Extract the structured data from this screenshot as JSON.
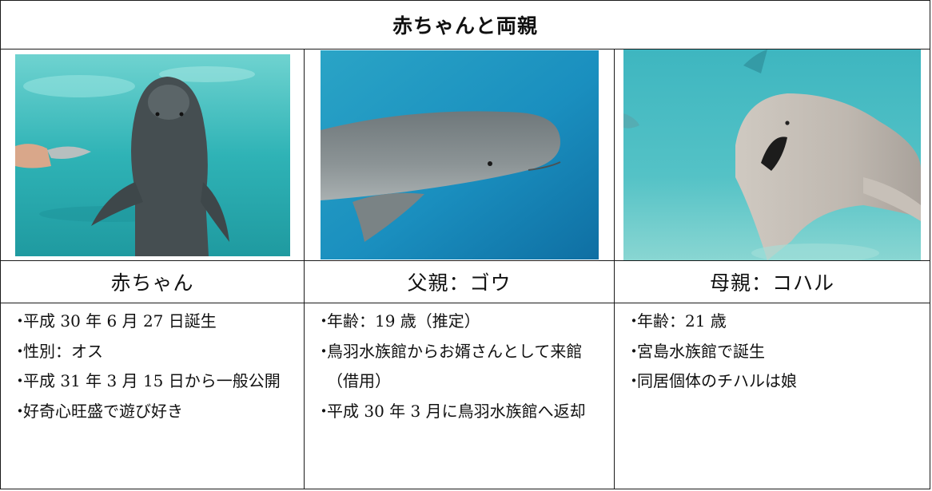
{
  "title": "赤ちゃんと両親",
  "columns": [
    {
      "name": "赤ちゃん",
      "photo_alt": "baby-porpoise-photo",
      "items": [
        "平成 30 年 6 月 27 日誕生",
        "性別：オス",
        "平成 31 年 3 月 15 日から一般公開",
        "好奇心旺盛で遊び好き"
      ]
    },
    {
      "name": "父親：ゴウ",
      "photo_alt": "father-porpoise-photo",
      "items": [
        "年齢：19 歳（推定）",
        "鳥羽水族館からお婿さんとして来館（借用）",
        "平成 30 年 3 月に鳥羽水族館へ返却"
      ]
    },
    {
      "name": "母親：コハル",
      "photo_alt": "mother-porpoise-photo",
      "items": [
        "年齢：21 歳",
        "宮島水族館で誕生",
        "同居個体のチハルは娘"
      ]
    }
  ],
  "bullet_mark": "・",
  "colors": {
    "water_light": "#3fc1c4",
    "water_deep": "#1787b3",
    "porpoise_dark": "#4a5356",
    "porpoise_grey": "#7d8586",
    "porpoise_light": "#bcb7b0",
    "border": "#1a1a1a"
  }
}
